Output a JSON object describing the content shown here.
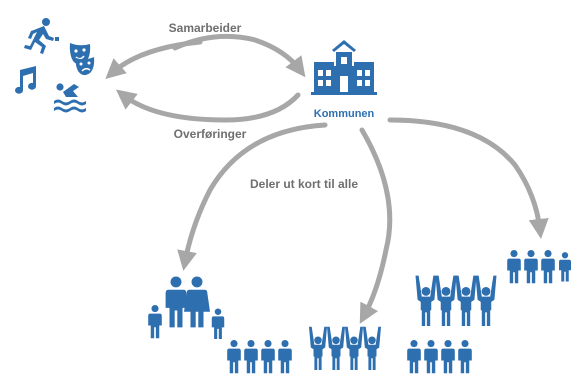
{
  "labels": {
    "samarbeider": "Samarbeider",
    "overforinger": "Overføringer",
    "kommunen": "Kommunen",
    "deler_ut": "Deler ut kort til alle"
  },
  "icons": {
    "activities": [
      "running-person-icon",
      "theater-masks-icon",
      "music-note-icon",
      "swimmer-icon"
    ],
    "municipality": "town-hall-icon",
    "groups": [
      "family-icon",
      "group-small-icon",
      "cheering-group-icon",
      "cheering-group-large-icon",
      "group-small-2-icon",
      "group-right-icon"
    ]
  },
  "colors": {
    "icon_blue": "#2e6fb0",
    "arrow_gray": "#a7a7a7",
    "text_gray": "#6f6f6f"
  }
}
